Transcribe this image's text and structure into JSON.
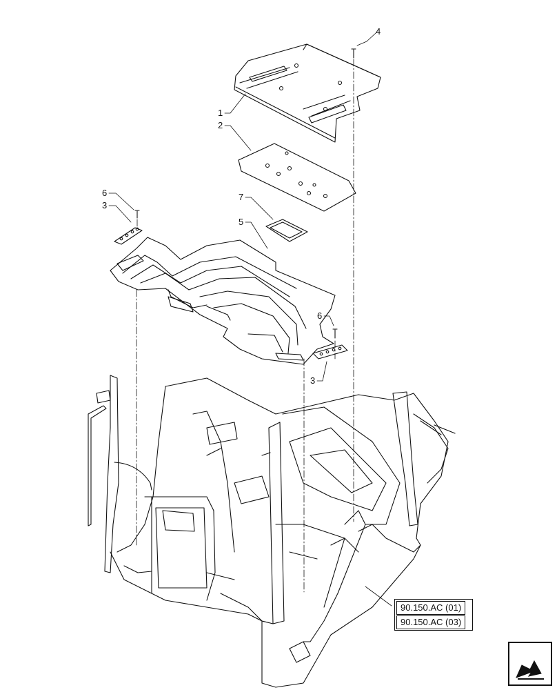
{
  "callouts": [
    {
      "id": "4",
      "label": "4"
    },
    {
      "id": "1",
      "label": "1"
    },
    {
      "id": "2",
      "label": "2"
    },
    {
      "id": "6a",
      "label": "6"
    },
    {
      "id": "3a",
      "label": "3"
    },
    {
      "id": "7",
      "label": "7"
    },
    {
      "id": "5",
      "label": "5"
    },
    {
      "id": "6b",
      "label": "6"
    },
    {
      "id": "3b",
      "label": "3"
    }
  ],
  "references": [
    "90.150.AC (01)",
    "90.150.AC (03)"
  ],
  "nav": {
    "icon": "next-page-arrow-icon"
  }
}
